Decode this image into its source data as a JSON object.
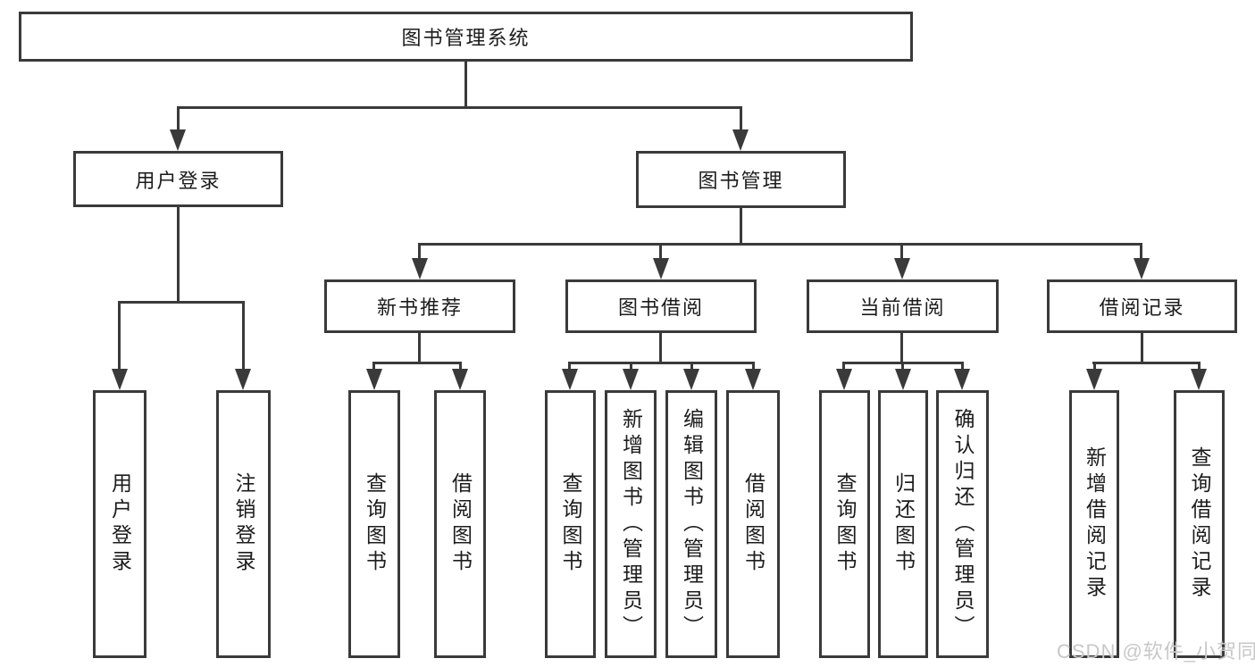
{
  "colors": {
    "line": "#3a3a3a",
    "text": "#1c1c1c",
    "watermark": "#c8c8c8",
    "bg": "#ffffff"
  },
  "watermark": {
    "text": "CSDN @软件_小贺同学"
  },
  "tree": {
    "root": {
      "label": "图书管理系统",
      "children": [
        {
          "label": "用户登录",
          "children": [
            {
              "label": "用户登录"
            },
            {
              "label": "注销登录"
            }
          ]
        },
        {
          "label": "图书管理",
          "children": [
            {
              "label": "新书推荐",
              "children": [
                {
                  "label": "查询图书"
                },
                {
                  "label": "借阅图书"
                }
              ]
            },
            {
              "label": "图书借阅",
              "children": [
                {
                  "label": "查询图书"
                },
                {
                  "label": "新增图书（管理员）"
                },
                {
                  "label": "编辑图书（管理员）"
                },
                {
                  "label": "借阅图书"
                }
              ]
            },
            {
              "label": "当前借阅",
              "children": [
                {
                  "label": "查询图书"
                },
                {
                  "label": "归还图书"
                },
                {
                  "label": "确认归还（管理员）"
                }
              ]
            },
            {
              "label": "借阅记录",
              "children": [
                {
                  "label": "新增借阅记录"
                },
                {
                  "label": "查询借阅记录"
                }
              ]
            }
          ]
        }
      ]
    }
  }
}
